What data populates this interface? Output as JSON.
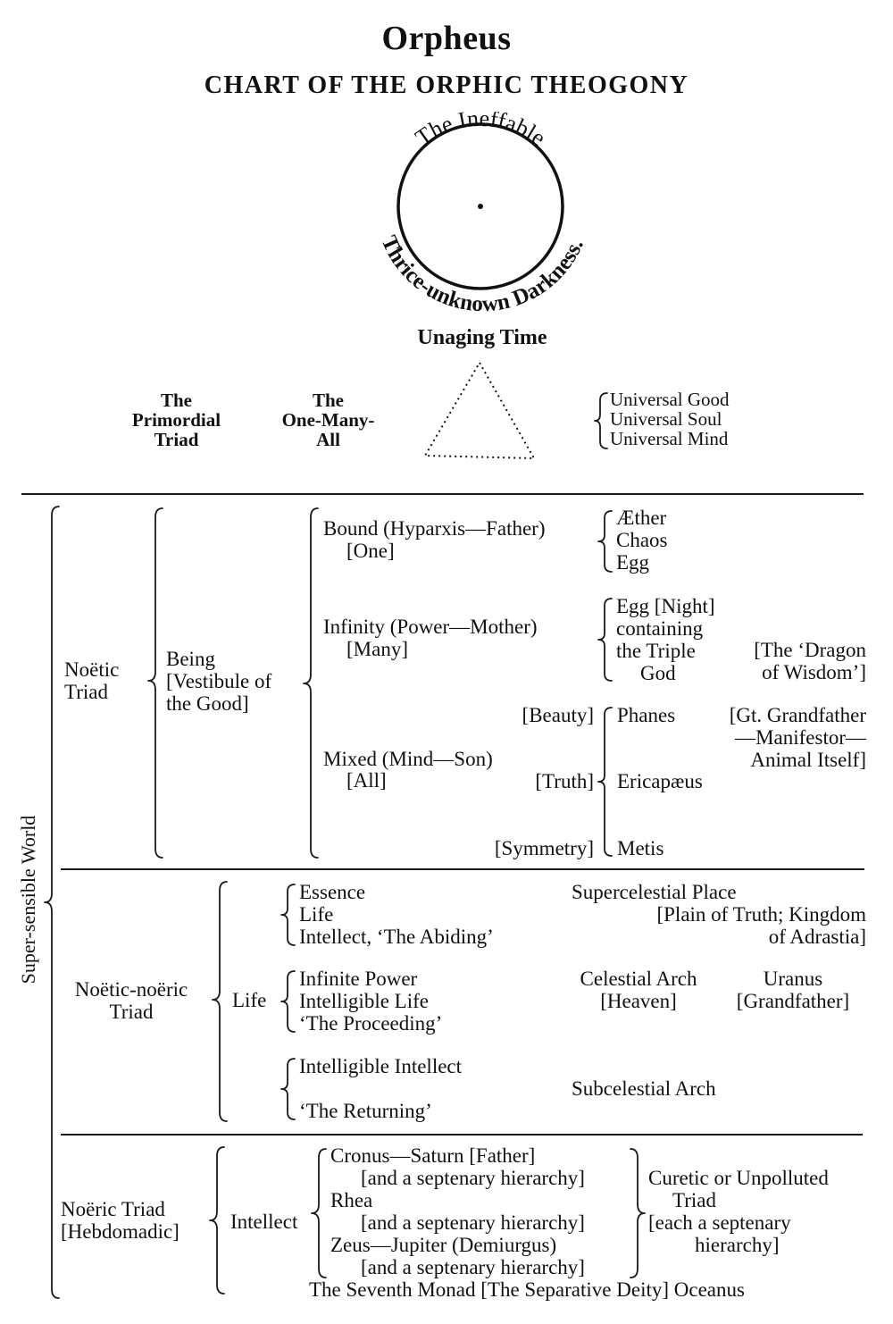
{
  "header": {
    "title": "Orpheus",
    "subtitle": "CHART OF THE ORPHIC THEOGONY"
  },
  "circle": {
    "top_text": "The Ineffable",
    "bottom_text": "Thrice-unknown Darkness."
  },
  "time_label": "Unaging Time",
  "primordial": {
    "left_label": [
      "The",
      "Primordial",
      "Triad"
    ],
    "mid_label": [
      "The",
      "One-Many-",
      "All"
    ],
    "attributes": [
      "Universal Good",
      "Universal Soul",
      "Universal Mind"
    ]
  },
  "side_label": "Super-sensible World",
  "noetic": {
    "triad": [
      "Noëtic",
      "Triad"
    ],
    "being": [
      "Being",
      "[Vestibule of",
      "the Good]"
    ],
    "bound": {
      "label": "Bound (Hyparxis—Father)",
      "sub": "[One]",
      "items": [
        "Æther",
        "Chaos",
        "Egg"
      ]
    },
    "infinity": {
      "label": "Infinity (Power—Mother)",
      "sub": "[Many]",
      "items": [
        "Egg [Night]",
        "containing",
        "the Triple",
        "God"
      ],
      "note": [
        "[The ‘Dragon",
        "of Wisdom’]"
      ]
    },
    "mixed": {
      "label": "Mixed (Mind—Son)",
      "sub": "[All]",
      "virtues": [
        "[Beauty]",
        "[Truth]",
        "[Symmetry]"
      ],
      "gods": [
        "Phanes",
        "Ericapæus",
        "Metis"
      ],
      "phanes_note": [
        "[Gt. Grandfather",
        "—Manifestor—",
        "Animal Itself]"
      ]
    }
  },
  "noetic_noeric": {
    "triad": [
      "Noëtic-noëric",
      "Triad"
    ],
    "life": "Life",
    "group1": [
      "Essence",
      "Life",
      "Intellect, ‘The Abiding’"
    ],
    "group2": [
      "Infinite Power",
      "Intelligible Life",
      "‘The Proceeding’"
    ],
    "group3": [
      "Intelligible Intellect",
      "‘The Returning’"
    ],
    "place1": [
      "Supercelestial Place",
      "[Plain of Truth; Kingdom",
      "of Adrastia]"
    ],
    "place2": [
      "Celestial Arch",
      "[Heaven]"
    ],
    "uranus": [
      "Uranus",
      "[Grandfather]"
    ],
    "place3": "Subcelestial Arch"
  },
  "noeric": {
    "triad": [
      "Noëric Triad",
      "[Hebdomadic]"
    ],
    "intellect": "Intellect",
    "gods": [
      "Cronus—Saturn [Father]",
      "[and a septenary hierarchy]",
      "Rhea",
      "[and a septenary hierarchy]",
      "Zeus—Jupiter (Demiurgus)",
      "[and a septenary hierarchy]"
    ],
    "curetic": [
      "Curetic or Unpolluted",
      "Triad",
      "[each a septenary",
      "hierarchy]"
    ],
    "seventh": "The Seventh Monad [The Separative Deity] Oceanus"
  }
}
